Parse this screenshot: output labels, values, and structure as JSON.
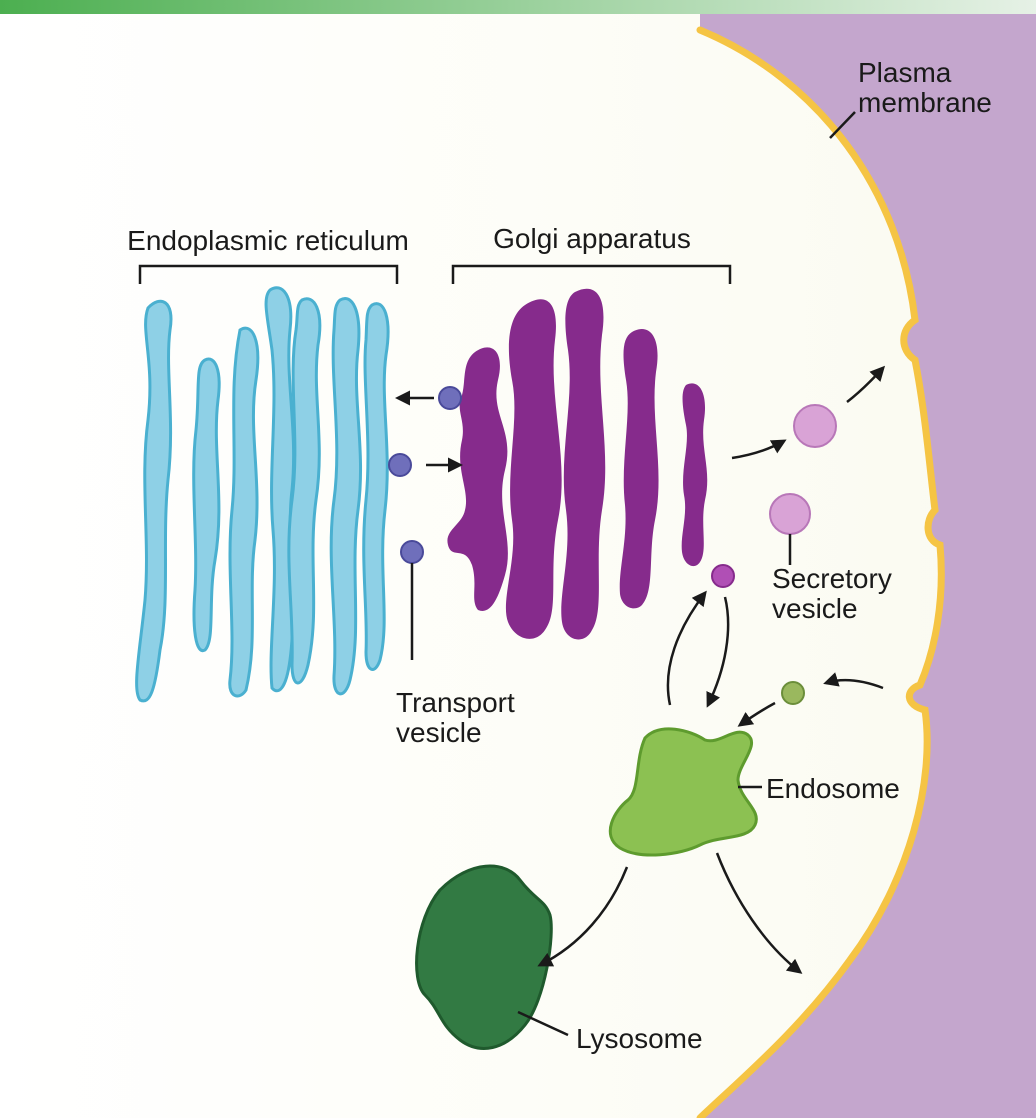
{
  "labels": {
    "plasma_membrane": [
      "Plasma",
      "membrane"
    ],
    "endoplasmic_reticulum": "Endoplasmic reticulum",
    "golgi_apparatus": "Golgi apparatus",
    "transport_vesicle": [
      "Transport",
      "vesicle"
    ],
    "secretory_vesicle": [
      "Secretory",
      "vesicle"
    ],
    "endosome": "Endosome",
    "lysosome": "Lysosome"
  },
  "colors": {
    "header_bar_start": "#4caf50",
    "header_bar_end": "#e6f1e6",
    "extracellular": "#c4a6cd",
    "cytoplasm": "#fcfcf5",
    "membrane": "#f5c444",
    "er_fill": "#8ed0e6",
    "er_stroke": "#4ab0d0",
    "golgi": "#862b8c",
    "transport_vesicle": "#6f6fbb",
    "transport_vesicle_stroke": "#4a4a9a",
    "secretory_vesicle": "#d9a3d6",
    "secretory_vesicle_stroke": "#b877b8",
    "golgi_vesicle": "#b04fb5",
    "endocytic_vesicle": "#9ab85e",
    "endosome": "#8cc152",
    "endosome_stroke": "#5e9b2e",
    "lysosome": "#327a43",
    "lysosome_stroke": "#1f5a2d",
    "arrow": "#1a1a1a"
  }
}
